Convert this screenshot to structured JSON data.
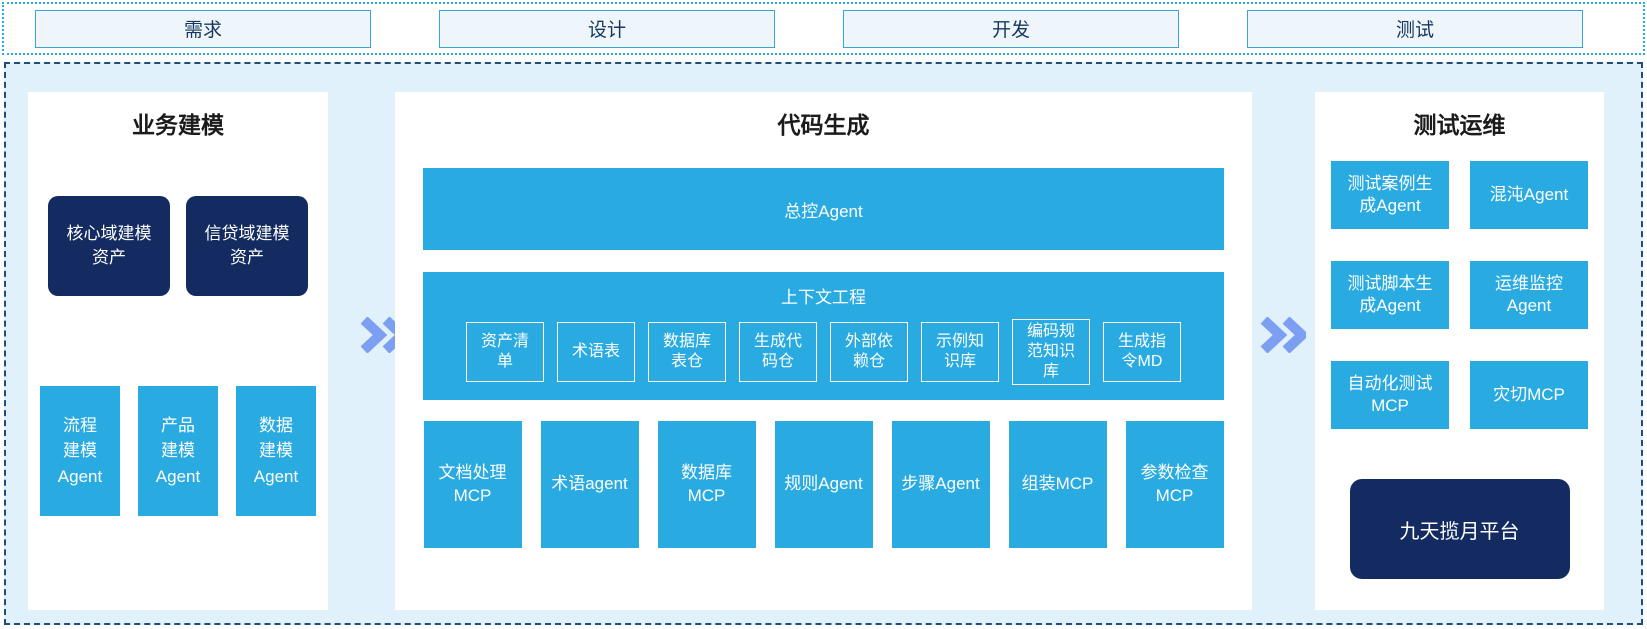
{
  "phases": {
    "items": [
      {
        "label": "需求"
      },
      {
        "label": "设计"
      },
      {
        "label": "开发"
      },
      {
        "label": "测试"
      }
    ]
  },
  "modeling": {
    "title": "业务建模",
    "asset_boxes": [
      {
        "label": "核心域建模\n资产"
      },
      {
        "label": "信贷域建模\n资产"
      }
    ],
    "agent_boxes": [
      {
        "label": "流程\n建模\nAgent"
      },
      {
        "label": "产品\n建模\nAgent"
      },
      {
        "label": "数据\n建模\nAgent"
      }
    ]
  },
  "codegen": {
    "title": "代码生成",
    "master_agent": "总控Agent",
    "context": {
      "title": "上下文工程",
      "boxes": [
        "资产清\n单",
        "术语表",
        "数据库\n表仓",
        "生成代\n码仓",
        "外部依\n赖仓",
        "示例知\n识库",
        "编码规\n范知识\n库",
        "生成指\n令MD"
      ]
    },
    "workers": [
      "文档处理\nMCP",
      "术语agent",
      "数据库\nMCP",
      "规则Agent",
      "步骤Agent",
      "组装MCP",
      "参数检查\nMCP"
    ]
  },
  "testops": {
    "title": "测试运维",
    "boxes": [
      "测试案例生\n成Agent",
      "混沌Agent",
      "测试脚本生\n成Agent",
      "运维监控\nAgent",
      "自动化测试\nMCP",
      "灾切MCP"
    ],
    "platform": "九天揽月平台"
  },
  "icons": {
    "flow_arrow": "chevrons-right"
  },
  "colors": {
    "cyan": "#29abe2",
    "navy": "#132b60",
    "canvas_bg": "#e1f1fb",
    "panel_bg": "#ffffff",
    "arrow": "#7d9ff1",
    "dashed_border": "#1f4e79",
    "dotted_border": "#29abe2",
    "phase_fill": "#eef5fb",
    "phase_border": "#3aa5d8",
    "phase_text": "#17375e"
  }
}
